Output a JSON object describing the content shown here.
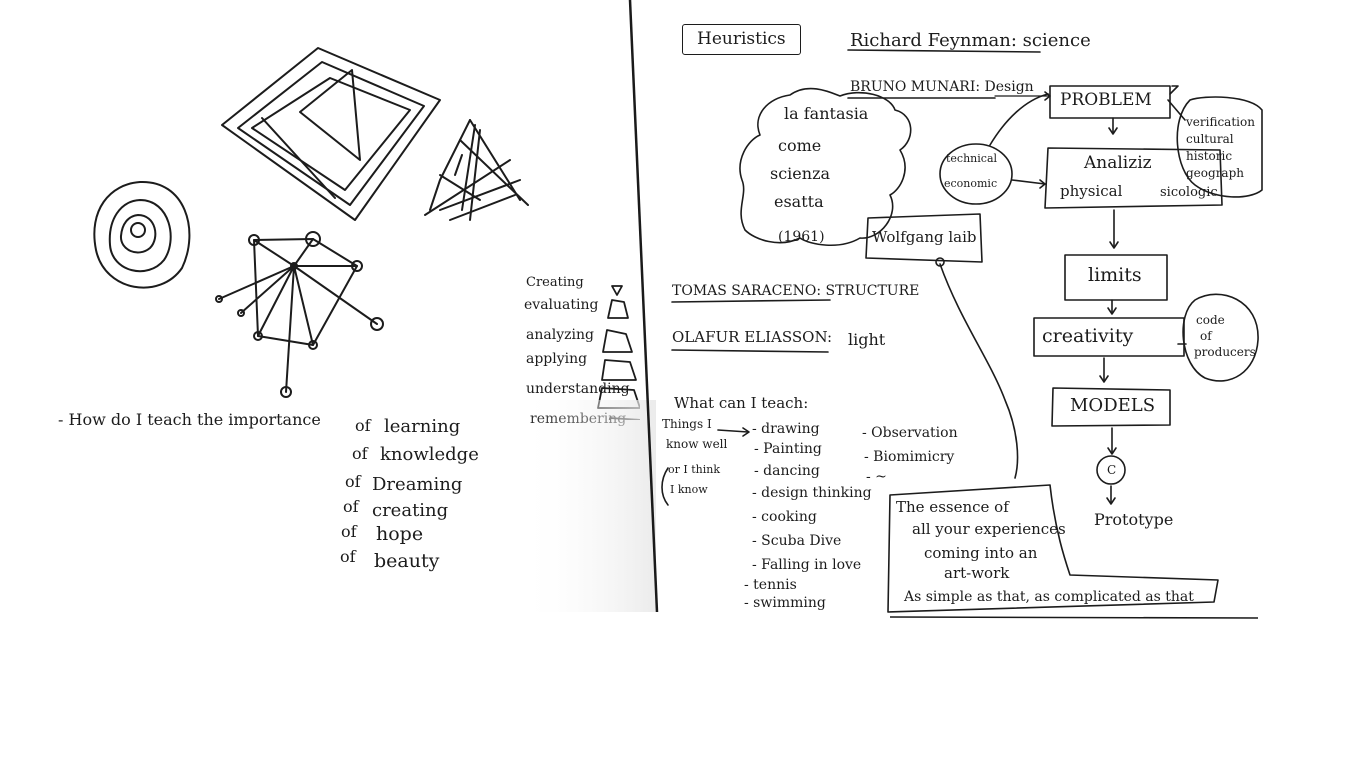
{
  "left_page": {
    "question_prefix": "- How do I teach the importance",
    "items": [
      {
        "of": "of",
        "word": "learning"
      },
      {
        "of": "of",
        "word": "knowledge"
      },
      {
        "of": "of",
        "word": "Dreaming"
      },
      {
        "of": "of",
        "word": "creating"
      },
      {
        "of": "of",
        "word": "hope"
      },
      {
        "of": "of",
        "word": "beauty"
      }
    ],
    "bloom_levels": [
      "Creating",
      "evaluating",
      "analyzing",
      "applying",
      "understanding",
      "remembering"
    ]
  },
  "right_page": {
    "heuristics_label": "Heuristics",
    "feynman": "Richard Feynman: science",
    "munari": "BRUNO MUNARI: Design",
    "fantasia_lines": [
      "la fantasia",
      "come",
      "scienza",
      "esatta",
      "(1961)"
    ],
    "problem": "PROBLEM",
    "verification": [
      "verification",
      "cultural",
      "historic",
      "geograph"
    ],
    "technical_economic": [
      "technical",
      "economic"
    ],
    "analysis": "Analiziz",
    "physical": "physical",
    "sicologic": "sicologic",
    "wolfgang": "Wolfgang laib",
    "saraceno": "TOMAS SARACENO: STRUCTURE",
    "eliasson": "OLAFUR ELIASSON:",
    "light": "light",
    "limits": "limits",
    "creativity": "creativity",
    "code_of_producers": [
      "code",
      "of",
      "producers"
    ],
    "models": "MODELS",
    "c_label": "C",
    "prototype": "Prototype",
    "what_can_i_teach": "What can I teach:",
    "things_i_know": [
      "Things I",
      "know well"
    ],
    "or_i_think": [
      "or I think",
      "I know"
    ],
    "list1": [
      "- drawing",
      "- Painting",
      "- dancing",
      "- design thinking",
      "- cooking",
      "- Scuba Dive",
      "- Falling in love",
      "- tennis",
      "- swimming"
    ],
    "list2": [
      "- Observation",
      "- Biomimicry",
      "- ~"
    ],
    "essence": [
      "The essence of",
      "all your experiences",
      "coming into an",
      "art-work"
    ],
    "simple": "As simple as that, as complicated as that"
  }
}
